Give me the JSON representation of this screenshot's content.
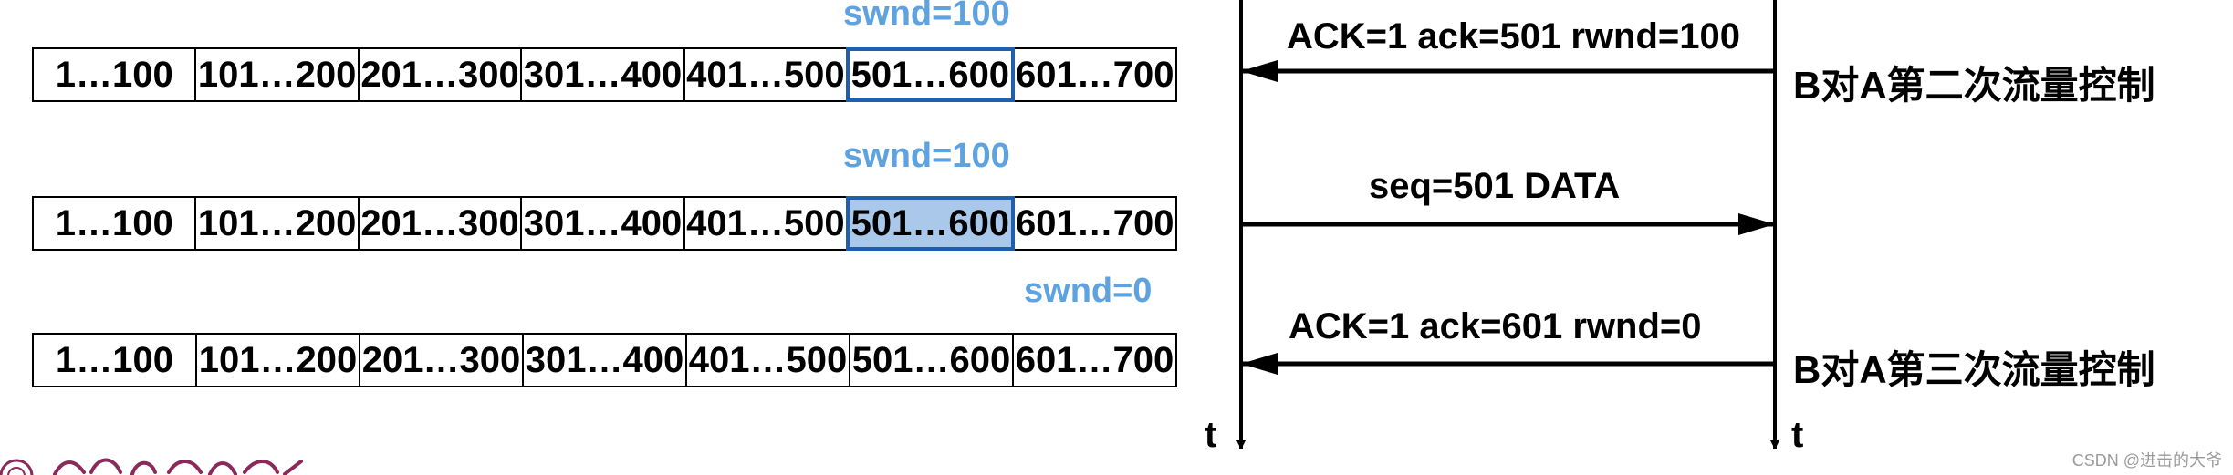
{
  "rows": [
    {
      "swnd": "swnd=100",
      "cells": [
        "1…100",
        "101…200",
        "201…300",
        "301…400",
        "401…500",
        "501…600",
        "601…700"
      ],
      "window_index": 5,
      "window_filled": false
    },
    {
      "swnd": "swnd=100",
      "cells": [
        "1…100",
        "101…200",
        "201…300",
        "301…400",
        "401…500",
        "501…600",
        "601…700"
      ],
      "window_index": 5,
      "window_filled": true
    },
    {
      "swnd": "swnd=0",
      "cells": [
        "1…100",
        "101…200",
        "201…300",
        "301…400",
        "401…500",
        "501…600",
        "601…700"
      ],
      "window_index": null,
      "window_filled": false
    }
  ],
  "messages": [
    {
      "text": "ACK=1   ack=501   rwnd=100",
      "direction": "B-to-A"
    },
    {
      "text": "seq=501    DATA",
      "direction": "A-to-B"
    },
    {
      "text": "ACK=1   ack=601     rwnd=0",
      "direction": "B-to-A"
    }
  ],
  "labels": {
    "second_control": "B对A第二次流量控制",
    "third_control": "B对A第三次流量控制"
  },
  "timeline": {
    "left_t": "t",
    "right_t": "t"
  },
  "footer": {
    "watermark": "CSDN @进击的大爷"
  },
  "colors": {
    "window_border": "#1f5fad",
    "window_fill": "#a9c8ea",
    "swnd_text": "#5ea3e0"
  }
}
